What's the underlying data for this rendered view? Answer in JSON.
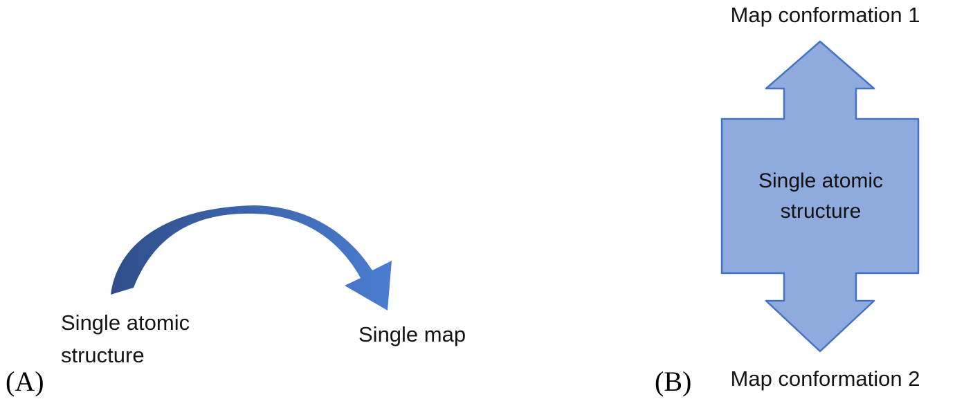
{
  "panel_a": {
    "label": "(A)",
    "source_line1": "Single atomic",
    "source_line2": "structure",
    "target": "Single map"
  },
  "panel_b": {
    "label": "(B)",
    "top_label": "Map conformation 1",
    "bottom_label": "Map conformation 2",
    "center_line1": "Single atomic",
    "center_line2": "structure"
  },
  "icons": {
    "panel_a_arrow": "curved-down-right-arrow",
    "panel_b_arrow": "vertical-double-headed-arrow"
  },
  "colors": {
    "arrow_gradient_start": "#2f4d8a",
    "arrow_gradient_end": "#4a7cd0",
    "double_arrow_fill": "#8faadc",
    "double_arrow_stroke": "#4472c4",
    "text": "#141414"
  }
}
